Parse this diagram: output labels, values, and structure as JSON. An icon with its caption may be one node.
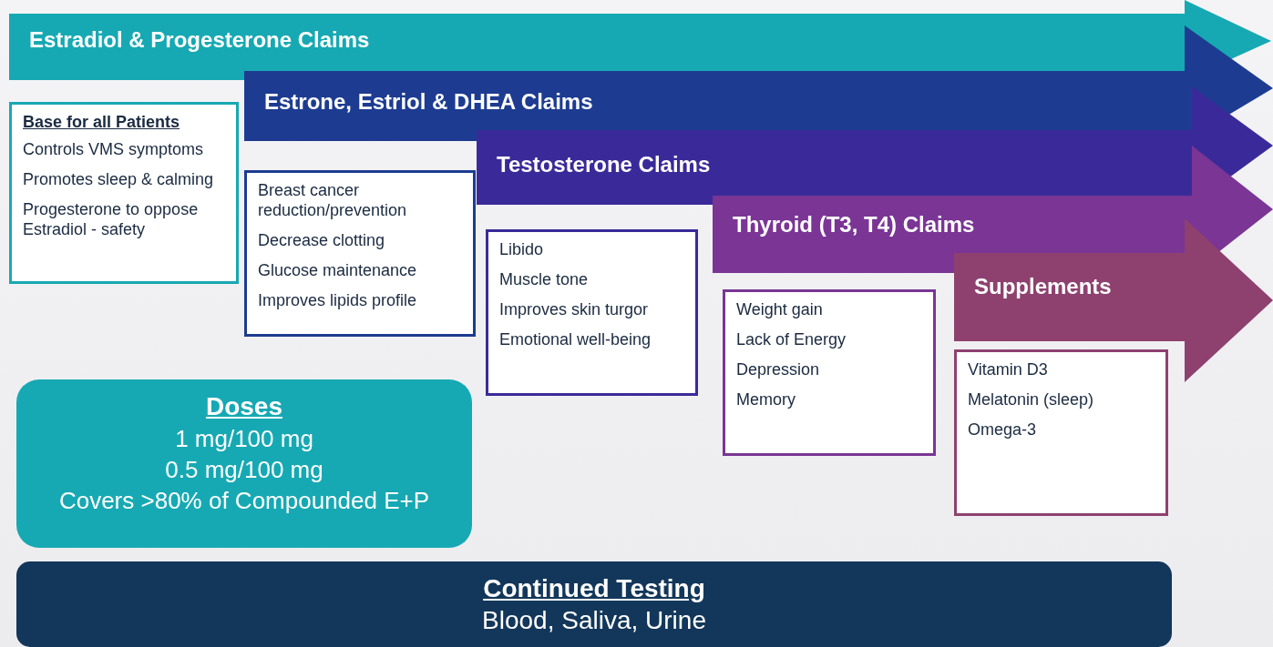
{
  "diagram": {
    "nodes": [
      {
        "text": [
          "Estradiol & Progesterone Claims"
        ]
      },
      {
        "text": [
          "Base for all Patients",
          "Controls VMS symptoms",
          "Promotes sleep & calming",
          "Progesterone to oppose Estradiol - safety"
        ]
      },
      {
        "text": [
          "Estrone, Estriol & DHEA Claims"
        ]
      },
      {
        "text": [
          "Breast cancer reduction/prevention",
          "Decrease clotting",
          "Glucose maintenance",
          "Improves lipids profile"
        ]
      },
      {
        "text": [
          "Testosterone Claims"
        ]
      },
      {
        "text": [
          "Libido",
          "Muscle tone",
          "Improves skin turgor",
          "Emotional well-being"
        ]
      },
      {
        "text": [
          "Thyroid (T3, T4) Claims"
        ]
      },
      {
        "text": [
          "Weight gain",
          "Lack of Energy",
          "Depression",
          "Memory"
        ]
      },
      {
        "text": [
          "Supplements"
        ]
      },
      {
        "text": [
          "Vitamin D3",
          "Melatonin (sleep)",
          "Omega-3"
        ]
      },
      {
        "text": [
          "Doses",
          "1 mg/100 mg",
          "0.5 mg/100 mg",
          "Covers >80% of Compounded E+P"
        ]
      },
      {
        "text": [
          "Continued Testing",
          "Blood, Saliva, Urine"
        ]
      }
    ],
    "edges": []
  }
}
